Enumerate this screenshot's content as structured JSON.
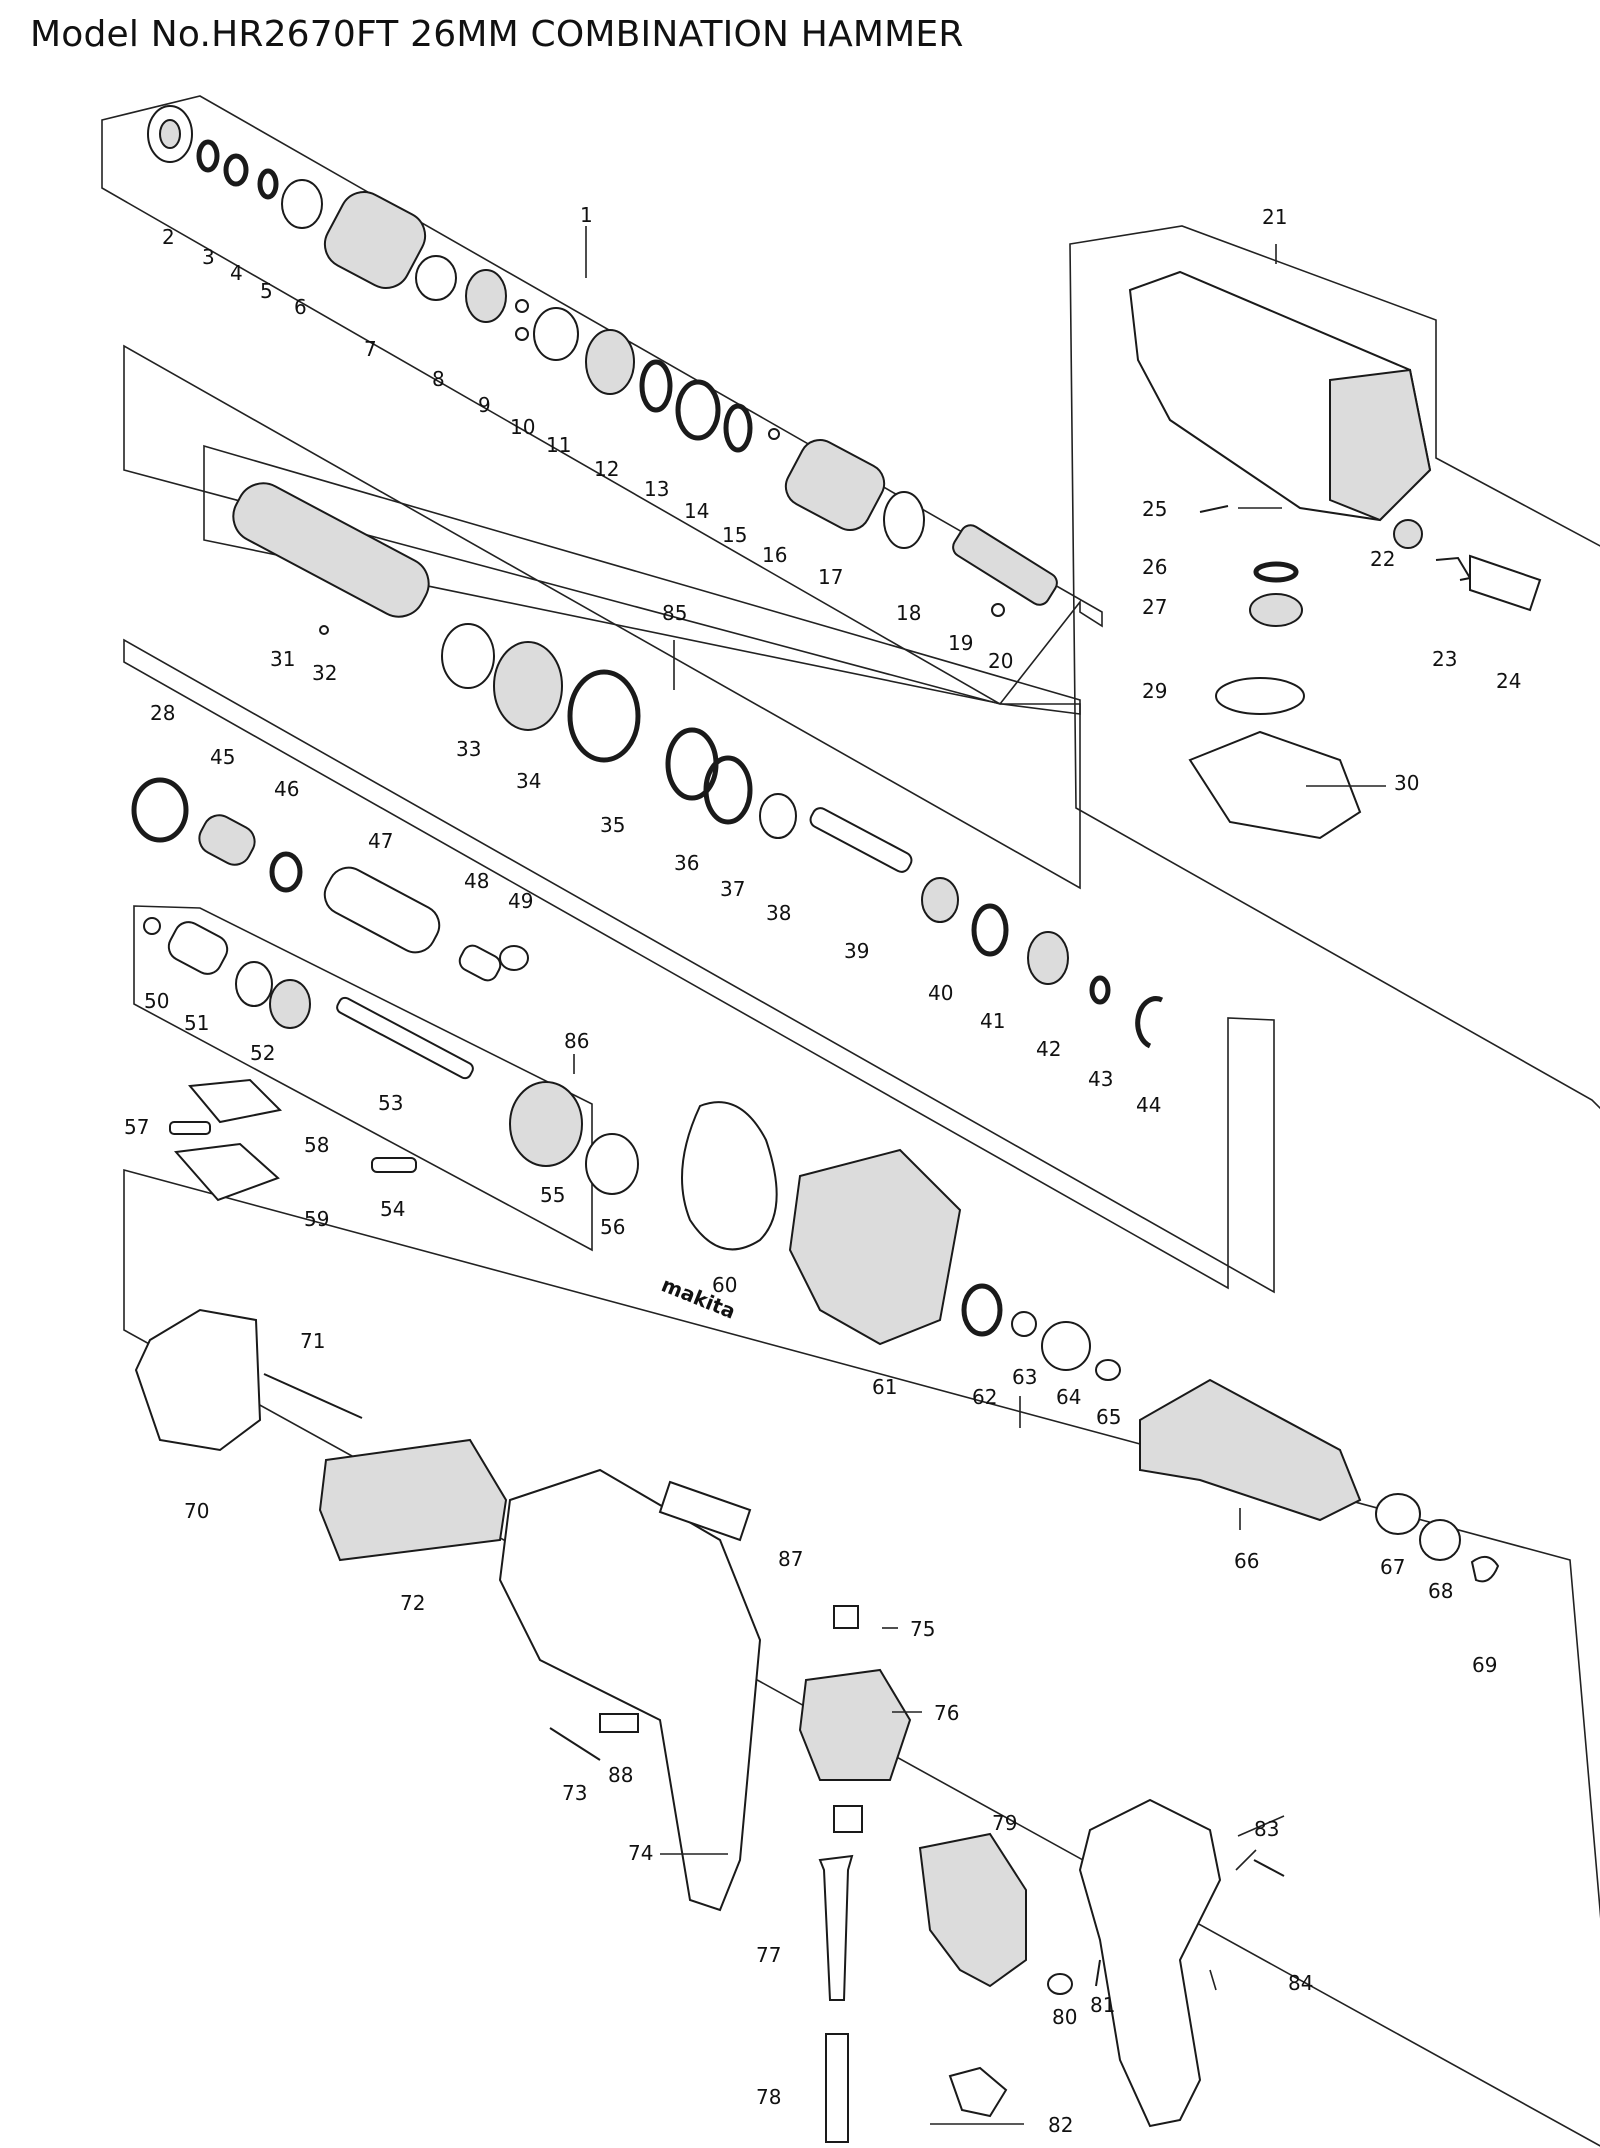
{
  "title": "Model No.HR2670FT 26MM COMBINATION HAMMER",
  "part_numbers": [
    "1",
    "2",
    "3",
    "4",
    "5",
    "6",
    "7",
    "8",
    "9",
    "10",
    "11",
    "12",
    "13",
    "14",
    "15",
    "16",
    "17",
    "18",
    "19",
    "20",
    "21",
    "22",
    "23",
    "24",
    "25",
    "26",
    "27",
    "28",
    "29",
    "30",
    "31",
    "32",
    "33",
    "34",
    "35",
    "36",
    "37",
    "38",
    "39",
    "40",
    "41",
    "42",
    "43",
    "44",
    "45",
    "46",
    "47",
    "48",
    "49",
    "50",
    "51",
    "52",
    "53",
    "54",
    "55",
    "56",
    "57",
    "58",
    "59",
    "60",
    "61",
    "62",
    "63",
    "64",
    "65",
    "66",
    "67",
    "68",
    "69",
    "70",
    "71",
    "72",
    "73",
    "74",
    "75",
    "76",
    "77",
    "78",
    "79",
    "80",
    "81",
    "82",
    "83",
    "84",
    "85",
    "86",
    "87",
    "88"
  ],
  "brand_mark": "makita"
}
